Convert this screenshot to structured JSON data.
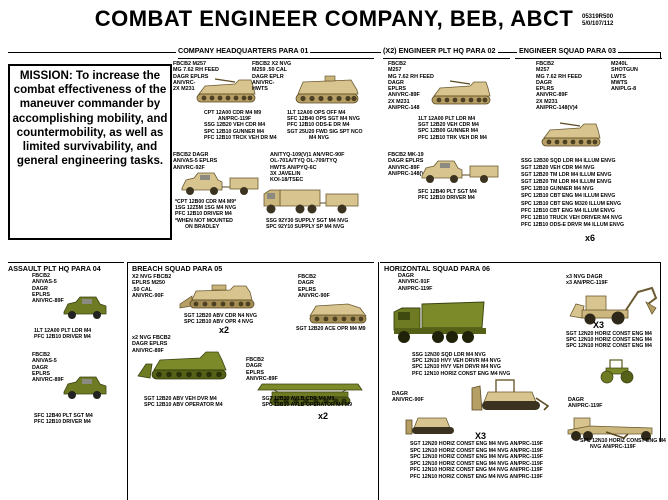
{
  "title": "COMBAT ENGINEER COMPANY, BEB, ABCT",
  "doc_id": [
    "05319R500",
    "5/0/107/112"
  ],
  "mission": "MISSION: To increase the combat effectiveness of the maneuver commander by accomplishing mobility, and countermobility, as well as limited survivability, and general engineering tasks.",
  "colors": {
    "tan": "#d7c48f",
    "olive": "#6f7b22",
    "line": "#000000"
  },
  "sections": {
    "hq": "COMPANY HEADQUARTERS  PARA 01",
    "eng_plt_hq": "(X2) ENGINEER PLT HQ  PARA 02",
    "eng_squad": "ENGINEER SQUAD  PARA 03",
    "assault_plt_hq": "ASSAULT PLT HQ  PARA 04",
    "breach_squad": "BREACH SQUAD  PARA 05",
    "horizontal_squad": "HORIZONTAL SQUAD  PARA 06"
  },
  "hq": {
    "eq_brad": [
      "FBCB2    M257",
      "MG 7.62 RH FEED",
      "DAGR     EPLRS",
      "AN/VRC-",
      "2X M231"
    ],
    "pers_brad": [
      "CPT 12A00 CDR M4 M9",
      "AN/PRC-119F",
      "SSG 12B20 VEH CDR M4",
      "SPC 12B10 GUNNER M4",
      "PFC 12B10 TRCK VEH DR M4"
    ],
    "eq_m113": [
      "FBCB2    X2 NVG",
      "M259     .50 CAL",
      "DAGR     EPLR",
      "AN/VRC-",
      "HWTS"
    ],
    "pers_m113": [
      "1LT 12A00 OPS OFF M4",
      "SFC 12B40 OPS SGT M4 NVG",
      "PFC 12B10 ODS-E DR M4",
      "SGT 25U20 FWD SIG SPT NCO",
      "M4 NVG"
    ],
    "eq_hmmwv": [
      "FBCB2     DAGR",
      "AN/VAS-5  EPLRS",
      "AN/VRC-92F"
    ],
    "pers_hmmwv": [
      "*CPT 12B00 CDR M4 M9*",
      "1SG 12Z5M 1SG M4 NVG",
      "PFC 12B10 DRIVER M4",
      "*WHEN NOT MOUNTED",
      "ON BRADLEY"
    ],
    "eq_truck": [
      "AN/TYQ-109(V)1   AN/VRC-90F",
      "OL-701A/TYQ      OL-709/TYQ",
      "HWTS             AN/PYQ-6C",
      "3X JAVELIN",
      "KOI-18/TSEC"
    ],
    "pers_truck": [
      "SSG 92Y30 SUPPLY SGT M4 NVG",
      "SPC 92Y10 SUPPLY SP M4 NVG"
    ]
  },
  "plt_hq": {
    "eq_brad": [
      "FBCB2",
      "M257",
      "MG 7.62 RH FEED",
      "DAGR",
      "EPLRS",
      "AN/VRC-89F",
      "2X M231",
      "AN/PRC-148"
    ],
    "pers_brad": [
      "1LT 12A00 PLT LDR M4",
      "SGT 12B20 VEH CDR M4",
      "SPC 12B00 GUNNER M4",
      "PFC 12B10 TRK VEH DR M4"
    ],
    "eq_hmmwv": [
      "FBCB2    MK-19",
      "DAGR     EPLRS",
      "AN/VRC-89F",
      "AN/PRC-148(V)4"
    ],
    "pers_hmmwv": [
      "SFC 12B40 PLT SGT M4",
      "PFC 12B10 DRIVER M4"
    ]
  },
  "eng_squad": {
    "eq_left": [
      "FBCB2",
      "M257",
      "MG 7.62 RH FEED",
      "DAGR",
      "EPLRS",
      "AN/VRC-89F",
      "2X M231",
      "AN/PRC-148(V)4"
    ],
    "eq_right": [
      "M240L",
      "SHOTGUN",
      "LWTS",
      "MWTS",
      "AN/PLG-8"
    ],
    "pers": [
      "SSG 12B30 SQD LDR M4 ILLUM ENVG",
      "SGT 12B20 VEH CDR M4 NVG",
      "SGT 12B20 TM LDR M4 ILLUM ENVG",
      "SGT 12B20 TM LDR M4 ILLUM ENVG",
      "SPC 12B10 GUNNER M4 NVG",
      "SPC 12B10 CBT ENG M4 ILLUM ENVG",
      "SPC 12B10 CBT ENG M320 ILLUM ENVG",
      "PFC 12B10 CBT ENG M4 ILLUM ENVG",
      "PFC 12B10 TRUCK VEH DRIVER M4 NVG",
      "PFC 12B10 ODS-E DRVR M4 ILLUM ENVG"
    ],
    "mult": "x6"
  },
  "assault": {
    "eq1": [
      "FBCB2",
      "AN/VAS-5",
      "DAGR",
      "EPLRS",
      "AN/VRC-89F"
    ],
    "pers1": [
      "1LT 12A00 PLT LDR M4",
      "PFC 12B10 DRIVER M4"
    ],
    "eq2": [
      "FBCB2",
      "AN/VAS-5",
      "DAGR",
      "EPLRS",
      "AN/VRC-89F"
    ],
    "pers2": [
      "SFC 12B40 PLT SGT M4",
      "PFC 12B10 DRIVER M4"
    ]
  },
  "breach": {
    "eq_abv": [
      "X2 NVG   FBCB2",
      "EPLRS    M250",
      ".50 CAL",
      "AN/VRC-90F"
    ],
    "pers_abv": [
      "SGT 12B20 ABV CDR N4 NVG",
      "SPC 12B10 ABV OPR 4 NVG"
    ],
    "mult_abv": "x2",
    "eq_aor": [
      "FBCB2",
      "DAGR",
      "EPLRS",
      "AN/VRC-90F"
    ],
    "pers_aor": [
      "SGT 12B20 ACE OPR M4 M9"
    ],
    "eq_mine": [
      "x2 NVG   FBCB2",
      "DAGR     EPLRS",
      "AN/VRC-89F"
    ],
    "pers_mine": [
      "SGT 12B20 ABV VEH DVR M4",
      "SPC 12B10 ABV OPERATOR M4"
    ],
    "eq_avlb": [
      "FBCB2",
      "DAGR",
      "EPLRS",
      "AN/VRC-89F"
    ],
    "pers_avlb": [
      "SGT 12B20 AVLB CDR M4 M9",
      "SPC 12B10 AVLB OPERATOR M4 M9"
    ],
    "mult_avlb": "x2"
  },
  "horizontal": {
    "eq_dump": [
      "DAGR",
      "AN/VRC-91F",
      "AN/PRC-119F"
    ],
    "pers_dump": [
      "SSG 12N30 SQD LDR M4 NVG",
      "SPC 12N10 HVY VEH DRVR M4 NVG",
      "SPC 12N10 HVY VEH DRVR M4 NVG",
      "PFC 12N10 HORIZ CONST ENG M4 NVG"
    ],
    "eq_backhoe": [
      "x3 NVG    DAGR",
      "x3 AN/PRC-119F"
    ],
    "mult_backhoe": "X3",
    "pers_backhoe": [
      "SGT 12N20 HORIZ CONST ENG M4",
      "SPC 12N10 HORIZ CONST ENG M4",
      "SPC 12N10 HORIZ CONST ENG M4"
    ],
    "eq_dozer": [
      "DAGR",
      "AN/VRC-90F"
    ],
    "mult_dozer": "X3",
    "pers_dozer": [
      "SGT 12N20 HORIZ CONST ENG M4 NVG AN/PRC-119F",
      "SPC 12N10 HORIZ CONST ENG M4 NVG AN/PRC-119F",
      "SPC 12N10 HORIZ CONST ENG M4 NVG AN/PRC-119F",
      "SPC 12N10 HORIZ CONST ENG M4 NVG AN/PRC-119F",
      "PFC 12N10 HORIZ CONST ENG M4 NVG AN/PRC-119F",
      "PFC 12N10 HORIZ CONST ENG M4 NVG AN/PRC-119F"
    ],
    "eq_grader": [
      "DAGR",
      "AN/PRC-119F"
    ],
    "pers_grader": [
      "SPC 12N10 HORIZ CONST ENG M4",
      "NVG AN/PRC-119F"
    ]
  }
}
